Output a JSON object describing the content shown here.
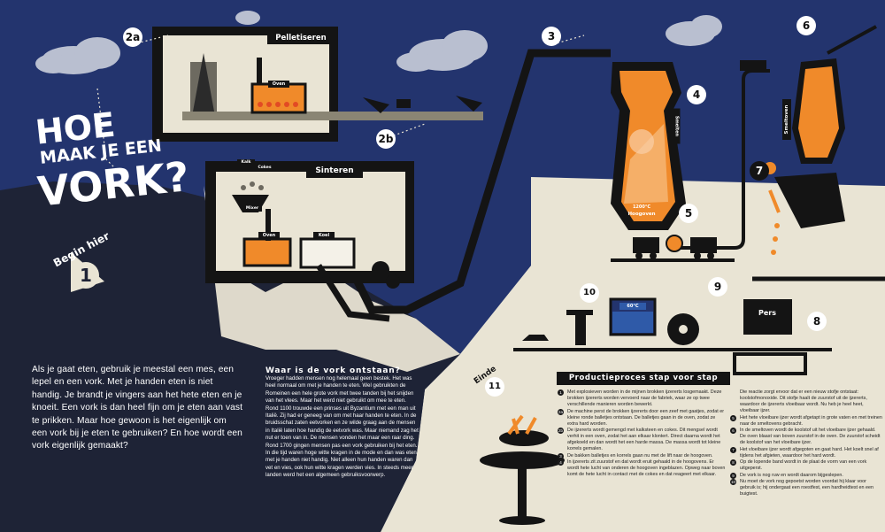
{
  "title": {
    "line1": "Hoe",
    "line2": "maak je een",
    "line3": "vork?"
  },
  "start": {
    "label": "Begin hier",
    "number": "1"
  },
  "intro_text": "Als je gaat eten, gebruik je meestal een mes, een lepel en een vork. Met je handen eten is niet handig. Je brandt je vingers aan het hete eten en je knoeit. Een vork is dan heel fijn om je eten aan vast te prikken. Maar hoe gewoon is het eigenlijk om een vork bij je eten te gebruiken? En hoe wordt een vork eigenlijk gemaakt?",
  "origin": {
    "title": "Waar is de vork ontstaan?",
    "body": "Vroeger hadden mensen nog helemaal geen bestek. Het was heel normaal om met je handen te eten. Wel gebruikten de Romeinen een hele grote vork met twee tanden bij het snijden van het vlees. Maar het werd niet gebruikt om mee te eten. Rond 1100 trouwde een prinses uit Byzantium met een man uit Italië. Zij had er geneeg van om met haar handen te eten. In de bruidsschat zaten eetvorken en ze wilde graag aan de mensen in Italië laten hoe handig de eetvork was. Maar niemand zag het nut er toen van in. De mensen vonden het maar een raar ding. Rond 1700 gingen mensen pas een vork gebruiken bij het eten. In die tijd waren hoge witte kragen in de mode en dan was eten met je handen niet handig. Niet alleen hun handen waren dan vet en vies, ook hun witte kragen werden vies. In steeds meer landen werd het een algemeen gebruiksvoorwerp."
  },
  "process": {
    "title": "Productieproces stap voor stap",
    "steps_left": [
      {
        "n": "1",
        "text": "Met explosieven worden in de mijnen brokken ijzererts losgemaakt. Deze brokken ijzererts worden vervoerd naar de fabriek, waar ze op twee verschillende manieren worden bewerkt."
      },
      {
        "n": "2a",
        "text": "De machine perst de brokken ijzererts door een zeef met gaatjes, zodat er kleine ronde balletjes ontstaan. De balletjes gaan in de oven, zodat ze extra hard worden."
      },
      {
        "n": "2b",
        "text": "De ijzererts wordt gemengd met kalksteen en cokes. Dit mengsel wordt verhit in een oven, zodat het aan elkaar klontert. Direct daarna wordt het afgekoeld en dan wordt het een harde massa. De massa wordt tot kleine korrels gemalen."
      },
      {
        "n": "3",
        "text": "De bakken balletjes en korrels gaan nu met de lift naar de hoogoven."
      },
      {
        "n": "4",
        "text": "In ijzererts zit zuurstof en dat wordt eruit gehaald in de hoogovens. Er wordt hete lucht van onderen de hoogoven ingeblazen. Opweg naar boven komt de hete lucht in contact met de cokes en dat reageert met elkaar."
      }
    ],
    "steps_right": [
      {
        "n": "",
        "text": "Die reactie zorgt ervoor dat er een nieuw stofje ontstaat: koolstofmonoxide. Dit stofje haalt de zuurstof uit de ijzererts, waardoor de ijzererts vloeibaar wordt. Nu heb je heel heet, vloeibaar ijzer."
      },
      {
        "n": "5",
        "text": "Het hete vloeibare ijzer wordt afgetapt in grote vaten en met treinen naar de smeltovens gebracht."
      },
      {
        "n": "6",
        "text": "In de smeltoven wordt de koolstof uit het vloeibare ijzer gehaald. De oven blaast van boven zuurstof in de oven. De zuurstof scheidt de koolstof van het vloeibare ijzer."
      },
      {
        "n": "7",
        "text": "Het vloeibare ijzer wordt afgegoten en gaat hard. Het koelt snel af tijdens het afgieten, waardoor het hard wordt."
      },
      {
        "n": "8",
        "text": "Op de lopende band wordt in de plaat de vorm van een vork uitgeperst."
      },
      {
        "n": "9",
        "text": "De vork is nog ruw en wordt daarom bijgeslepen."
      },
      {
        "n": "10",
        "text": "Nu moet de vork nog gepoetst worden voordat hij klaar voor gebruik is; hij ondergaat een roestfest, een hardheidtest en een buigtest."
      }
    ]
  },
  "labels": {
    "pelletiseren": "Pelletiseren",
    "sinteren": "Sinteren",
    "oven_a": "Oven",
    "oven_b": "Oven",
    "koel": "Koel",
    "kalk": "Kalk",
    "cokes": "Cokes",
    "mixer": "Mixer",
    "hoogoven_temp": "1200°C",
    "hoogoven": "Hoogoven",
    "smelten": "Smelten",
    "smeltoven": "Smeltoven",
    "pers": "Pers",
    "tank_temp": "60°C",
    "einde": "Einde"
  },
  "steps_markers": [
    "2a",
    "2b",
    "3",
    "4",
    "5",
    "6",
    "7",
    "8",
    "9",
    "10",
    "11"
  ],
  "colors": {
    "sky": "#23346e",
    "ground": "#e9e4d4",
    "dark_hill": "#1e2336",
    "orange": "#f08a2a",
    "black": "#141414"
  }
}
